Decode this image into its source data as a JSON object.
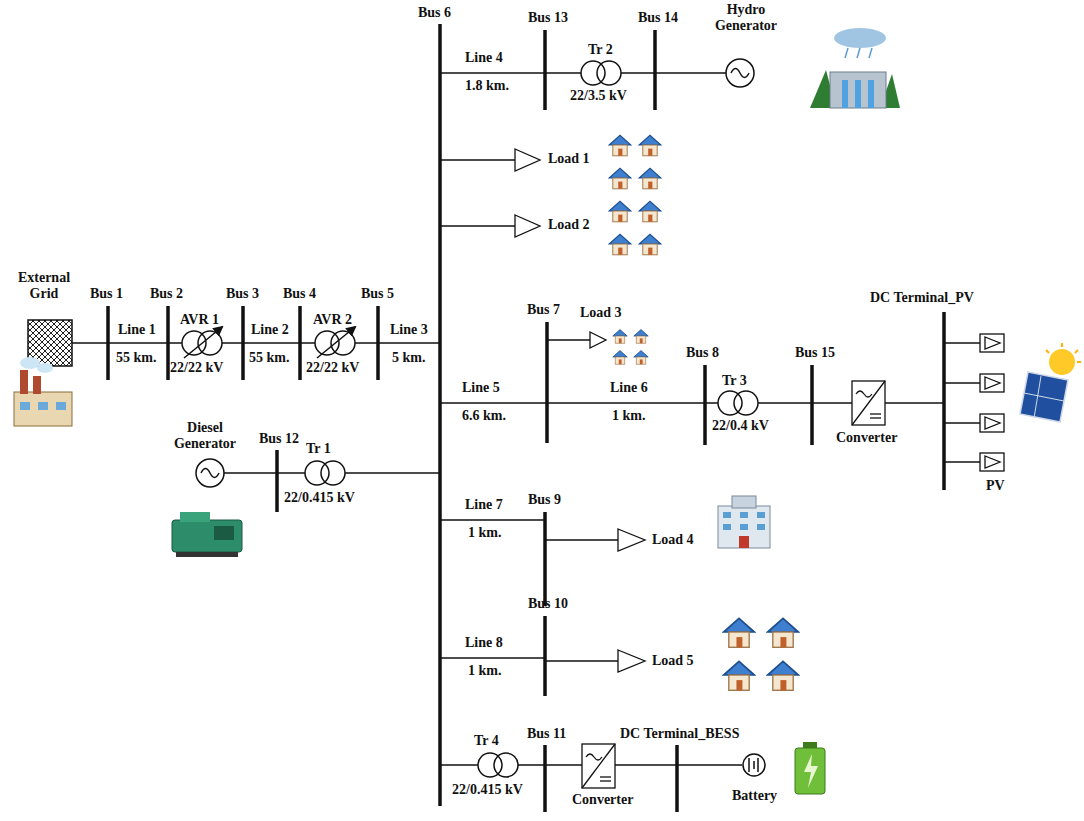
{
  "diagram": {
    "labels": [
      "Bus 6",
      "Bus 13",
      "Bus 14",
      "Hydro Generator",
      "Line 4",
      "1.8 km.",
      "Tr 2",
      "22/3.5 kV",
      "Load 1",
      "Load 2",
      "Bus 7",
      "Load 3",
      "DC Terminal_PV",
      "Bus 8",
      "Bus 15",
      "External Grid",
      "Bus 1",
      "Bus 2",
      "Bus 3",
      "Bus 4",
      "Bus 5",
      "Line 1",
      "55 km.",
      "AVR 1",
      "22/22 kV",
      "Line 2",
      "55 km.",
      "AVR 2",
      "22/22 kV",
      "Line 3",
      "5 km.",
      "Line 5",
      "6.6 km.",
      "Line 6",
      "1 km.",
      "Tr 3",
      "22/0.4 kV",
      "Converter",
      "PV",
      "Diesel Generator",
      "Bus 12",
      "Tr 1",
      "22/0.415 kV",
      "Line 7",
      "1 km.",
      "Bus 9",
      "Load 4",
      "Bus 10",
      "Line 8",
      "1 km.",
      "Load 5",
      "Bus 11",
      "Tr 4",
      "22/0.415 kV",
      "DC Terminal_BESS",
      "Converter",
      "Battery"
    ]
  }
}
